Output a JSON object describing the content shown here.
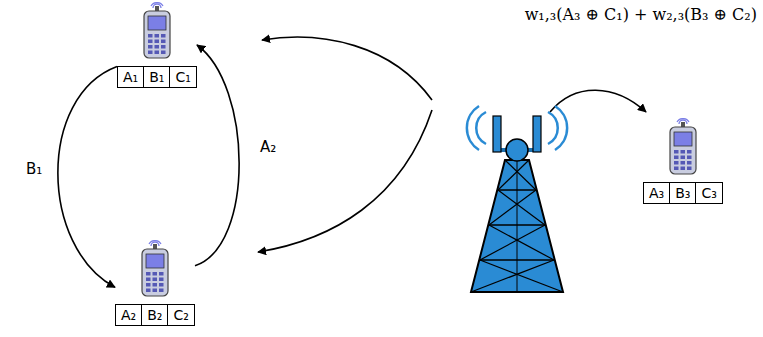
{
  "diagram": {
    "nodes": [
      {
        "text": [
          "A₁",
          "B₁",
          "C₁"
        ]
      },
      {
        "text": [
          "A₂",
          "B₂",
          "C₂"
        ]
      },
      {
        "text": [
          "A₃",
          "B₃",
          "C₃"
        ]
      }
    ],
    "edges": [
      {
        "from": 0,
        "to": 1,
        "arrow": "to",
        "label": "B₁"
      },
      {
        "from": 1,
        "to": 0,
        "arrow": "to",
        "label": "A₂"
      }
    ],
    "labels": [
      "w₁,₃(A₃ ⊕ C₁) + w₂,₃(B₃ ⊕ C₂)"
    ]
  }
}
